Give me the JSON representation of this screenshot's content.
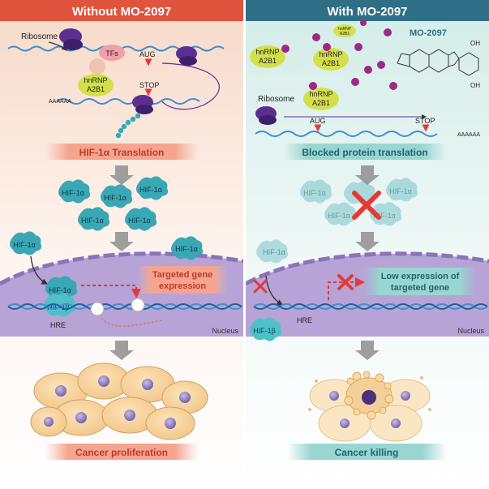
{
  "left_panel": {
    "title": "Without MO-2097",
    "ribosome_label": "Ribosome",
    "tfs_label": "TFs",
    "hnrnp_label_1": "hnRNP",
    "hnrnp_label_2": "A2B1",
    "aug_label": "AUG",
    "stop_label": "STOP",
    "polya_label": "AAAAAA",
    "step1_banner": "HIF-1α Translation",
    "hif1a_label": "HIF-1α",
    "hif1b_label": "HIF-1β",
    "hre_label": "HRE",
    "target_banner_1": "Targeted gene",
    "target_banner_2": "expression",
    "nucleus_label": "Nucleus",
    "outcome_banner": "Cancer proliferation"
  },
  "right_panel": {
    "title": "With MO-2097",
    "compound_label": "MO-2097",
    "ribosome_label": "Ribosome",
    "hnrnp_label_1": "hnRNP",
    "hnrnp_label_2": "A2B1",
    "aug_label": "AUG",
    "stop_label": "STOP",
    "polya_label": "AAAAAA",
    "step1_banner": "Blocked protein translation",
    "hif1a_label": "HIF-1α",
    "hif1b_label": "HIF-1β",
    "hre_label": "HRE",
    "target_banner_1": "Low expression of",
    "target_banner_2": "targeted gene",
    "nucleus_label": "Nucleus",
    "outcome_banner": "Cancer killing",
    "oh_label": "OH"
  },
  "colors": {
    "left_header": "#e0533c",
    "right_header": "#2f6f86",
    "left_bg": "#fbe7dc",
    "right_bg": "#e6f4f2",
    "ribosome": "#5a2f8f",
    "hnrnp": "#d4e04a",
    "hif_protein": "#3aa7b5",
    "nucleus": "#b7a3d6",
    "inhibitor_x": "#e53935",
    "compound_dot": "#a0278a"
  }
}
